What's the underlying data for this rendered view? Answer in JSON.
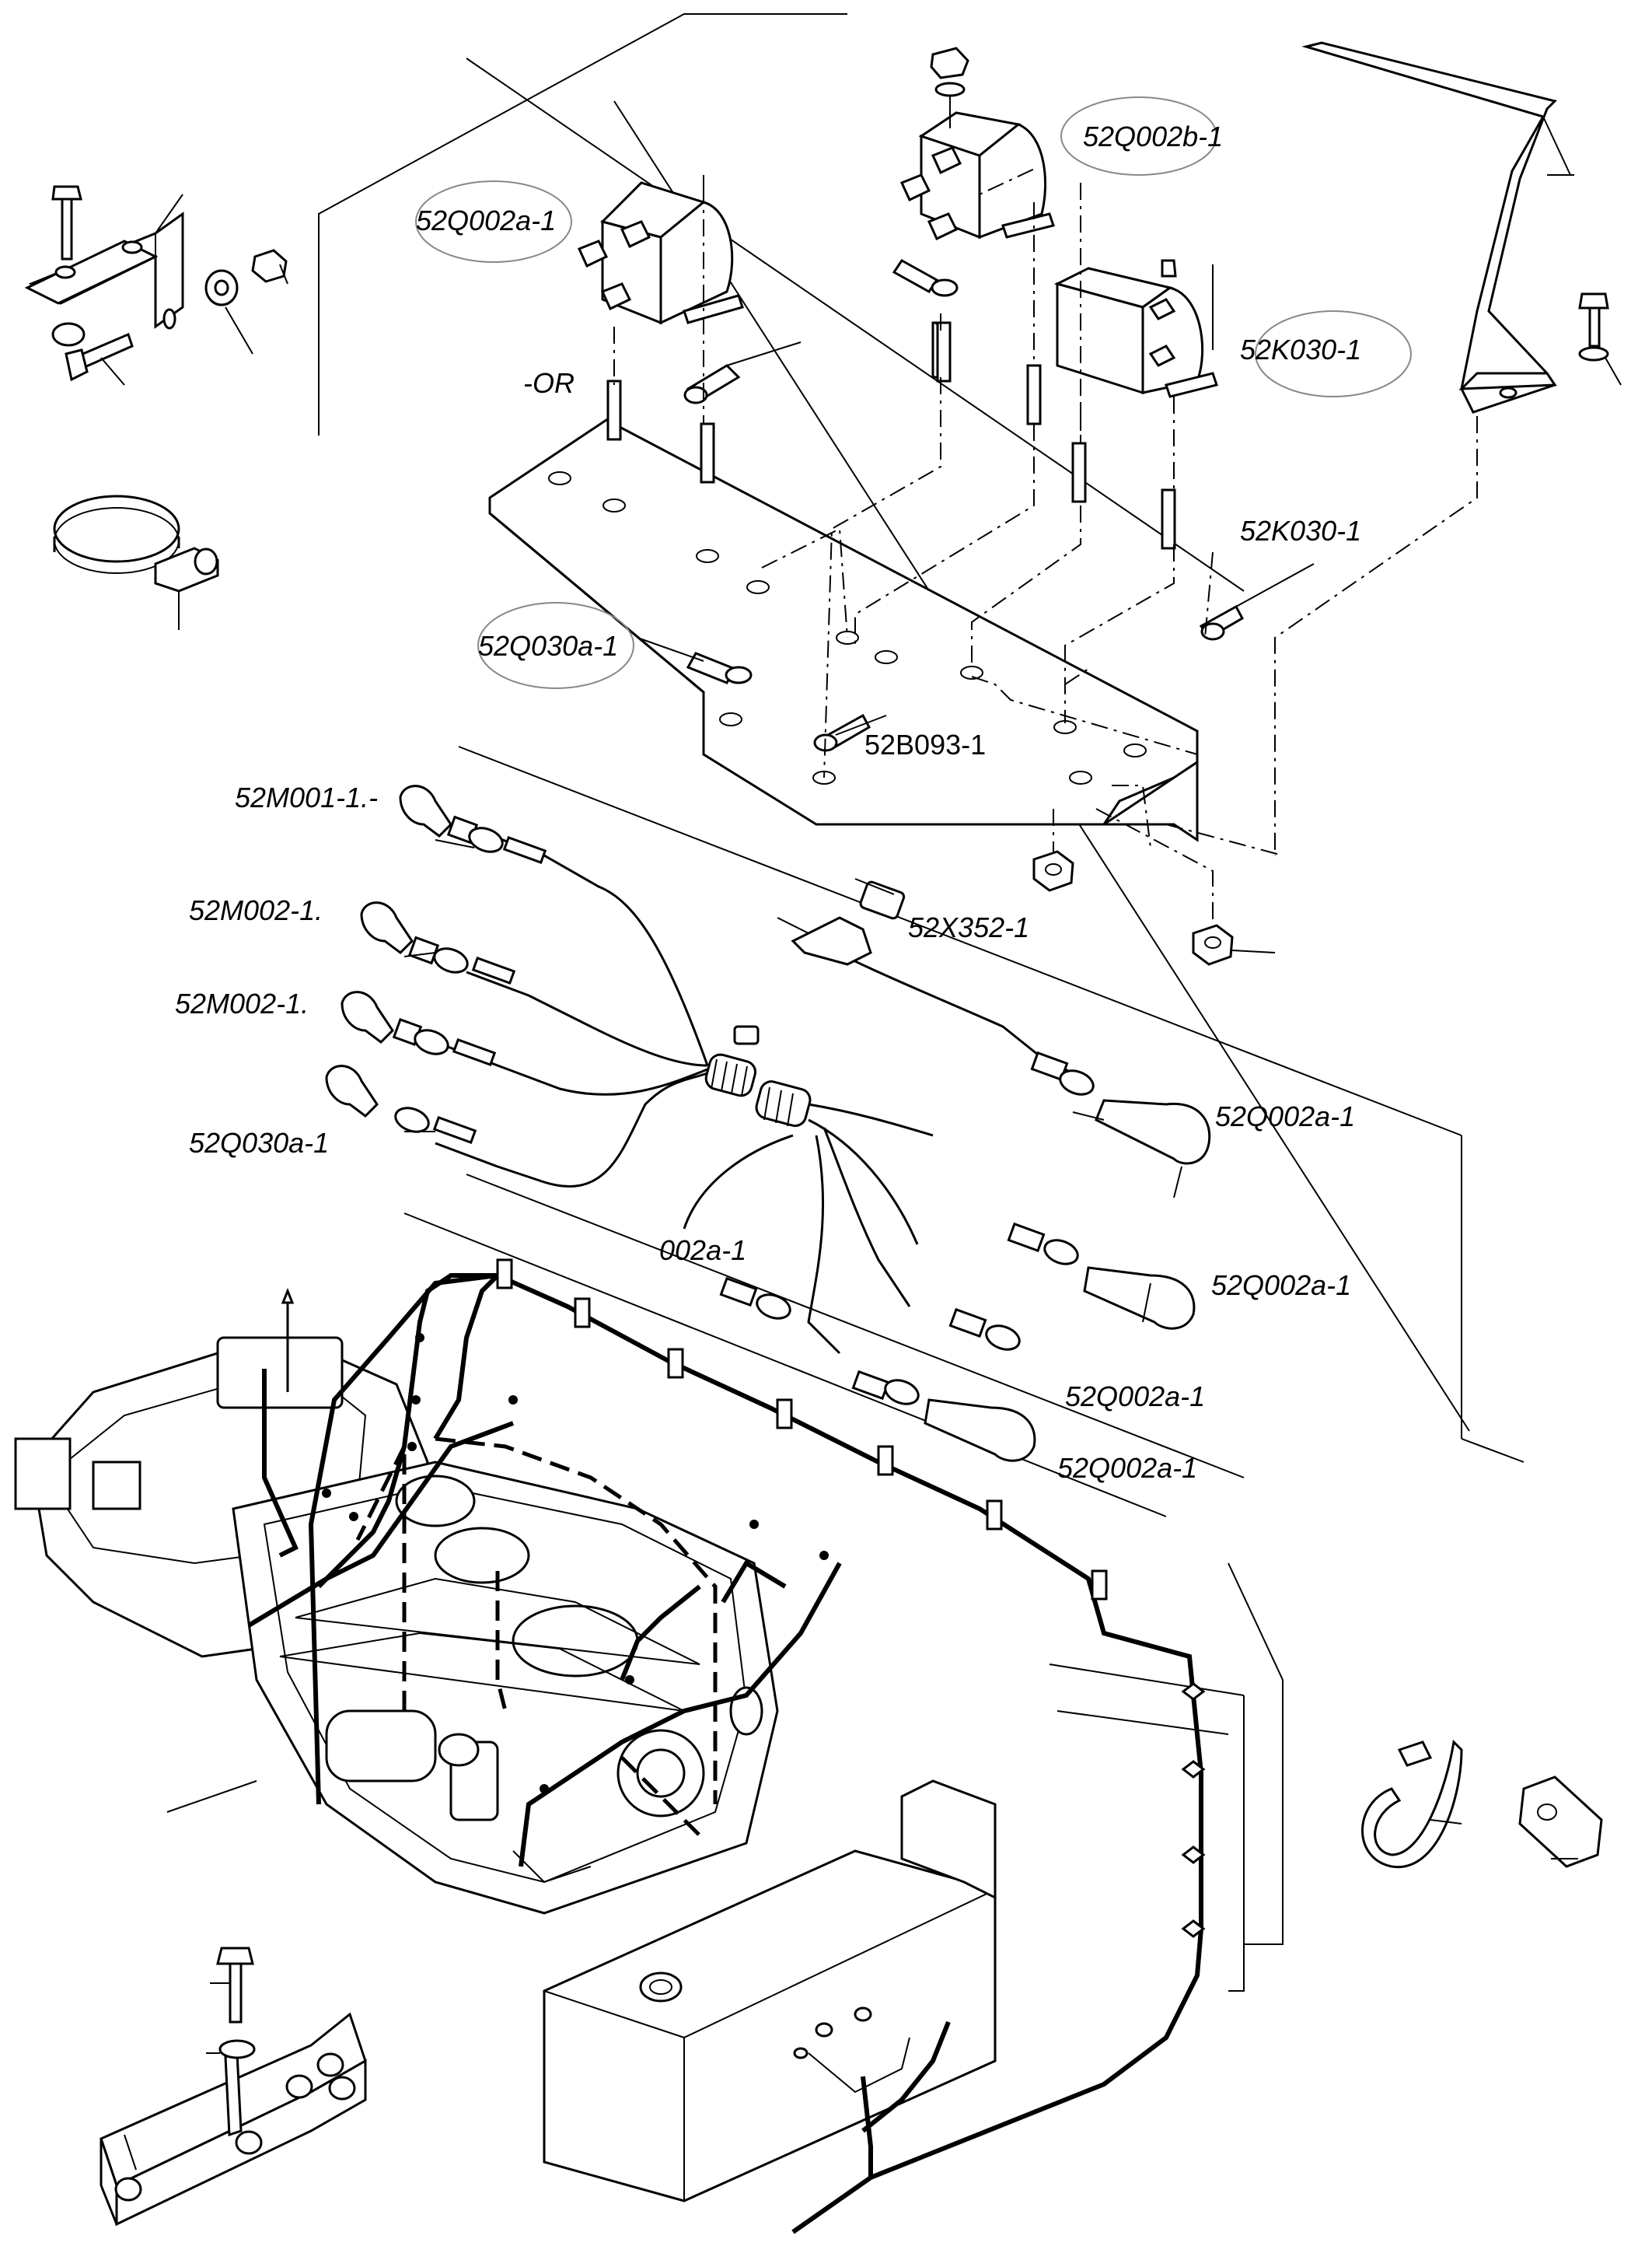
{
  "labels": {
    "q002a_top": "52Q002a-1",
    "q002b_top": "52Q002b-1",
    "k030_top": "52K030-1",
    "or": "-OR",
    "k030_mid": "52K030-1",
    "q030a_top": "52Q030a-1",
    "b093": "52B093-1",
    "m001": "52M001-1.-",
    "m002_a": "52M002-1.",
    "m002_b": "52M002-1.",
    "x352": "52X352-1",
    "q030a_harness": "52Q030a-1",
    "q002a_r1": "52Q002a-1",
    "q002a_trunc": "002a-1",
    "q002a_r2": "52Q002a-1",
    "q002a_r3": "52Q002a-1",
    "q002a_r4": "52Q002a-1"
  }
}
